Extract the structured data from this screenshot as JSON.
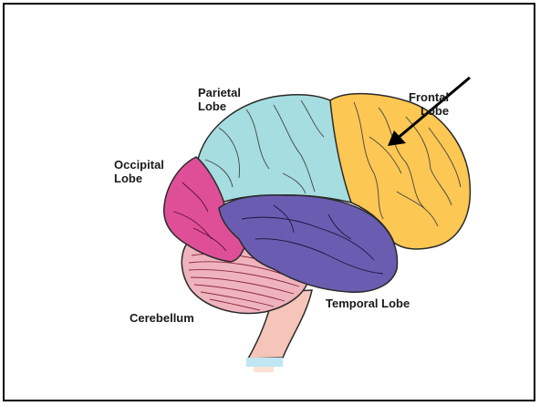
{
  "labels": {
    "parietal": [
      "Parietal",
      "Lobe"
    ],
    "frontal": [
      "Frontal",
      "Lobe"
    ],
    "occipital": [
      "Occipital",
      "Lobe"
    ],
    "temporal": "Temporal Lobe",
    "cerebellum": "Cerebellum"
  },
  "colors": {
    "parietal": "#a6dde0",
    "frontal": "#fcc752",
    "occipital": "#df4f98",
    "temporal": "#6a5db1",
    "cerebellum": "#efb3bd",
    "brainstem": "#f5c5ba",
    "outline": "#2a2a2a",
    "arrow": "#000000"
  }
}
